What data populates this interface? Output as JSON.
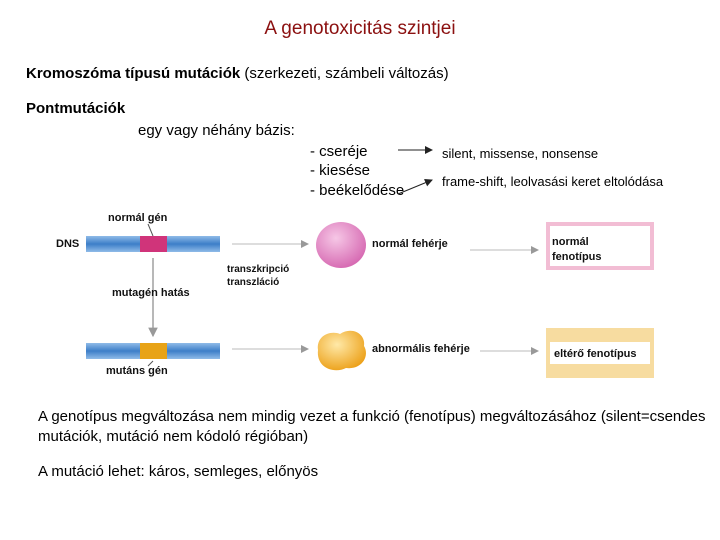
{
  "title": "A genotoxicitás szintjei",
  "chromosome": {
    "label_bold": "Kromoszóma típusú mutációk",
    "label_rest": " (szerkezeti, számbeli változás)"
  },
  "point": {
    "title": "Pontmutációk",
    "bases": "egy vagy néhány bázis:",
    "items": [
      "- cseréje",
      "- kiesése",
      "- beékelődése"
    ],
    "results": [
      "silent, missense, nonsense",
      "frame-shift, leolvasási keret eltolódása"
    ]
  },
  "diagram": {
    "normal_gene": "normál gén",
    "dns": "DNS",
    "mutagen_effect": "mutagén hatás",
    "mutant_gene": "mutáns gén",
    "transcription": "transzkripció",
    "translation": "transzláció",
    "normal_protein": "normál fehérje",
    "abnormal_protein": "abnormális fehérje",
    "normal_phenotype_line1": "normál",
    "normal_phenotype_line2": "fenotípus",
    "other_phenotype": "eltérő fenotípus",
    "colors": {
      "dna_blue": "#4f8fd0",
      "normal_segment": "#d0347a",
      "mutant_segment": "#e8a317",
      "normal_protein": "#e07fc0",
      "abnormal_protein": "#f2b52a",
      "normal_box": "#f2bdd4",
      "other_box": "#f7dca0"
    }
  },
  "bottom": {
    "paragraph": "A genotípus megváltozása nem mindig vezet a funkció (fenotípus) megváltozásához (silent=csendes mutációk, mutáció nem kódoló régióban)",
    "effects": "A mutáció lehet: káros, semleges, előnyös"
  }
}
